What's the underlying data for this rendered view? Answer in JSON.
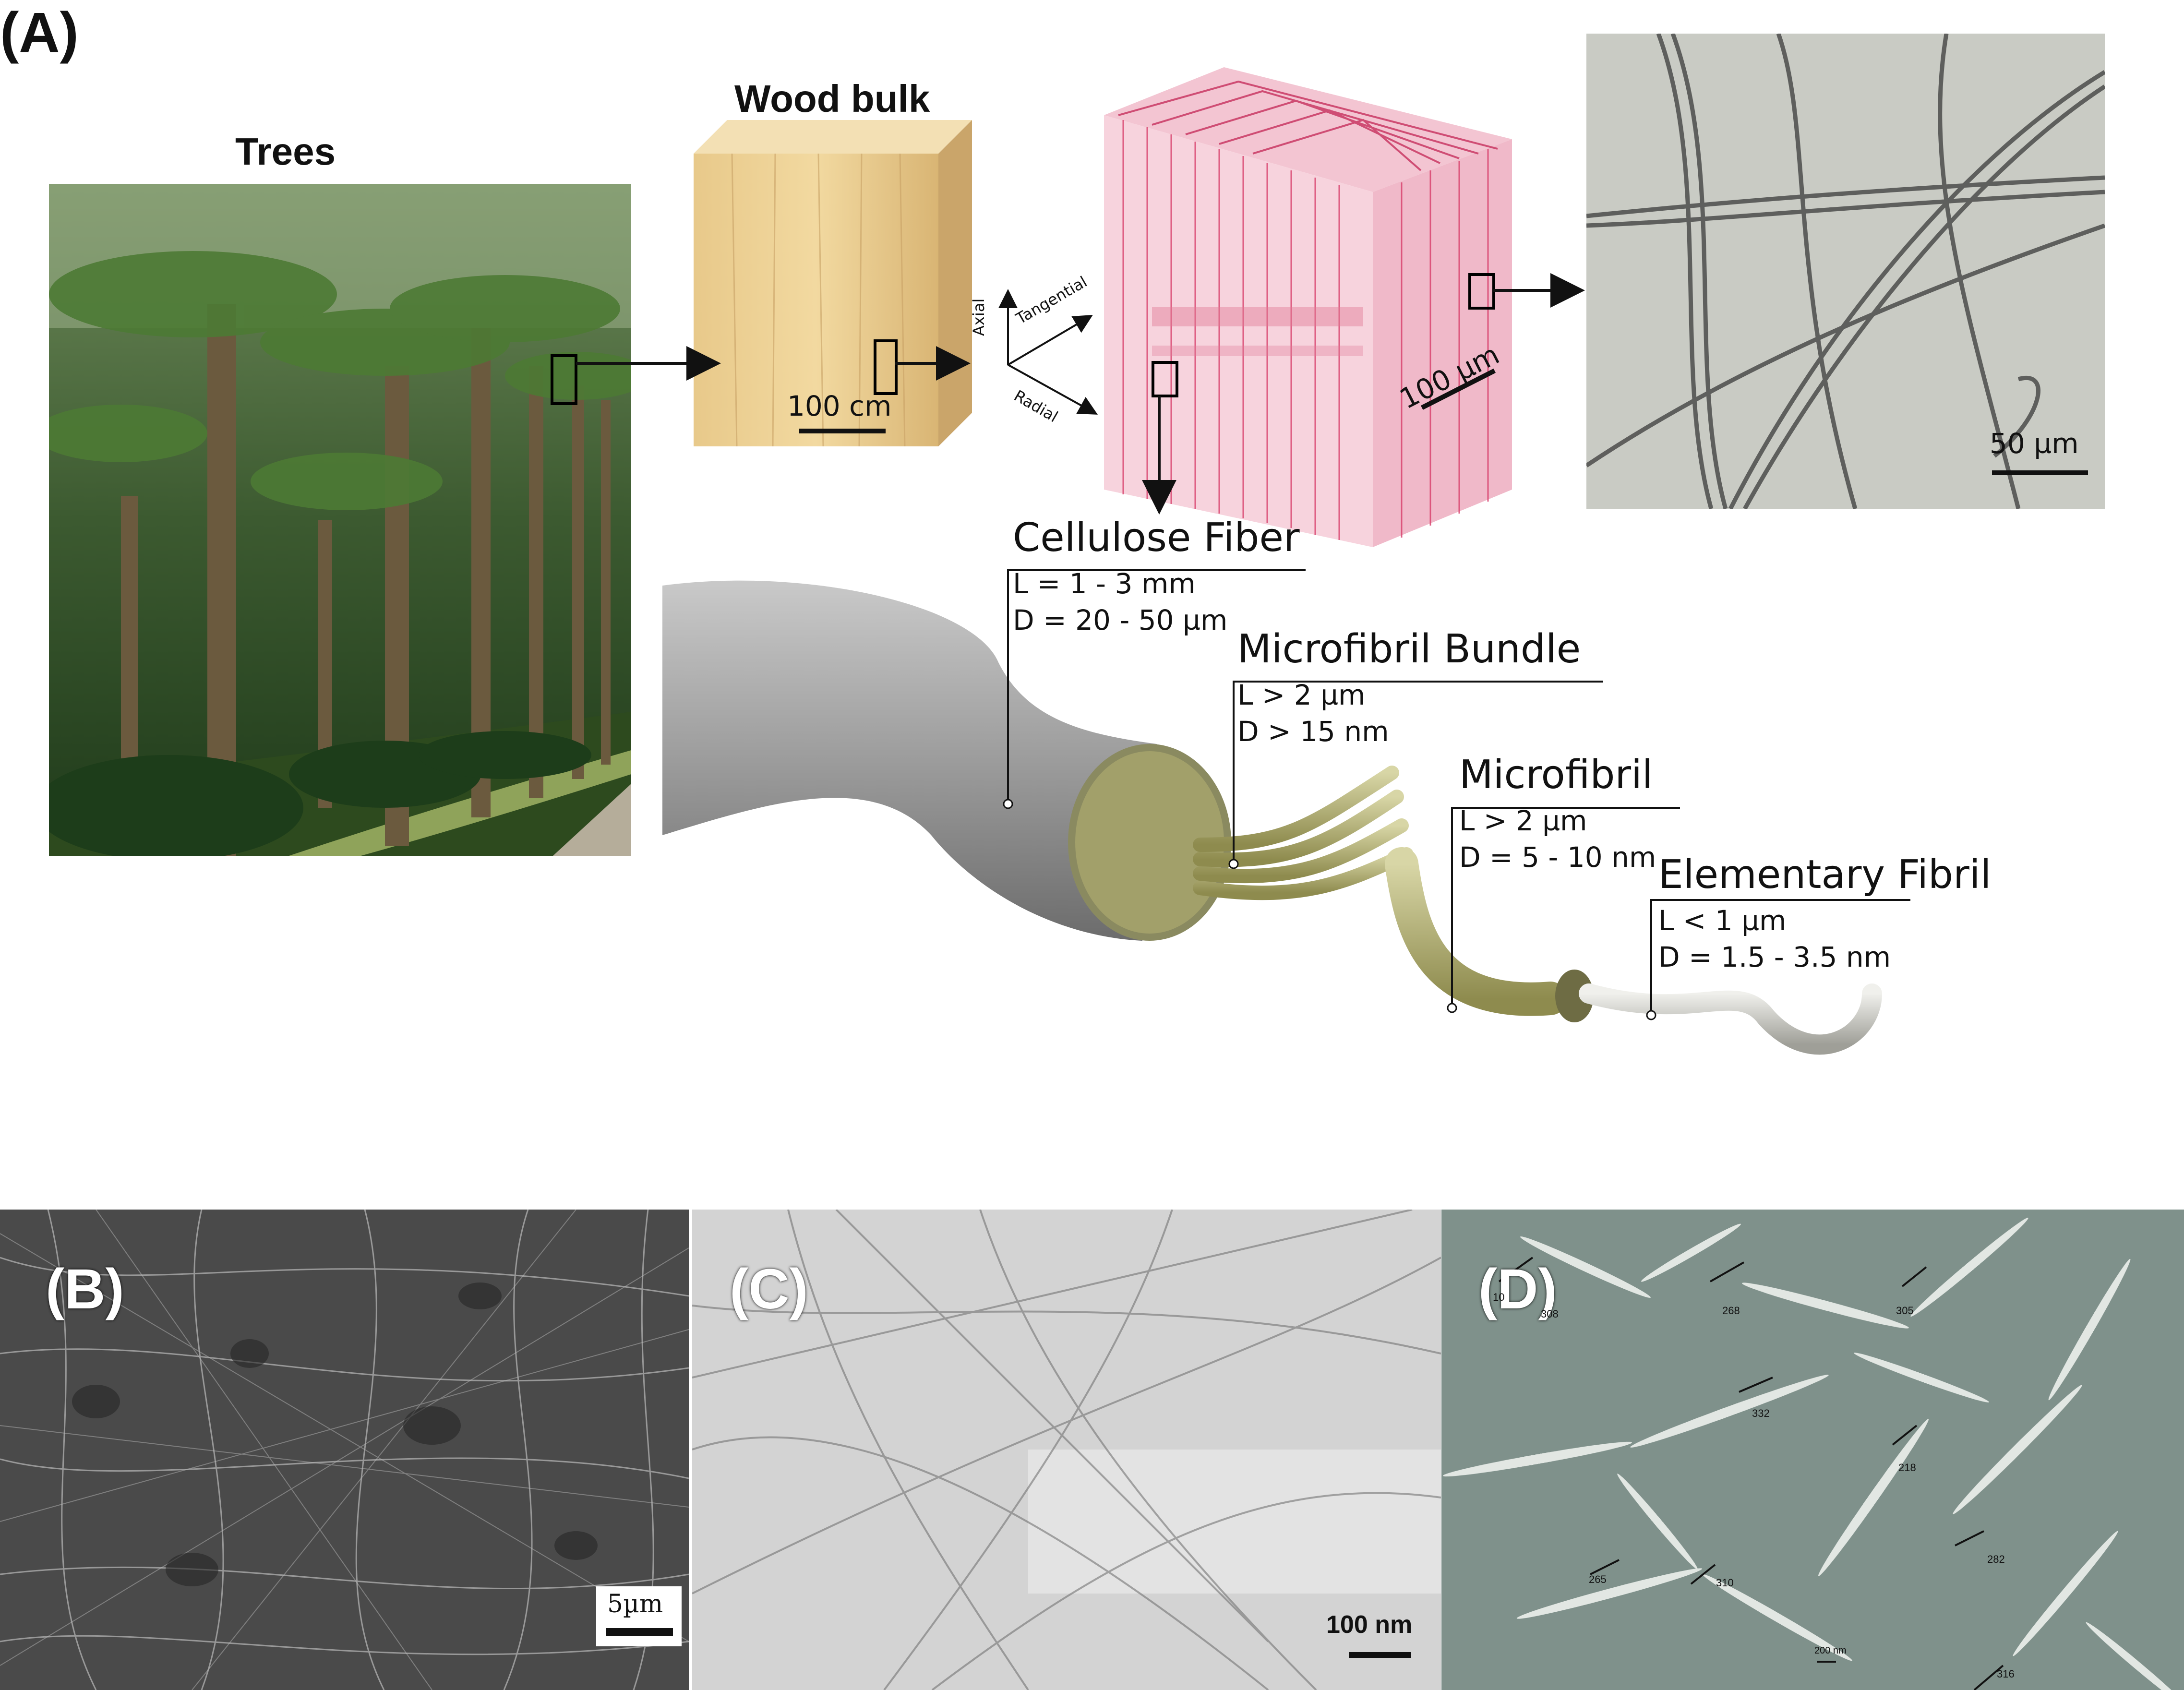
{
  "panels": {
    "a": "(A)",
    "b": "(B)",
    "c": "(C)",
    "d": "(D)"
  },
  "headings": {
    "trees": "Trees",
    "wood_bulk": "Wood bulk"
  },
  "axes": {
    "axial": "Axial",
    "tangential": "Tangential",
    "radial": "Radial"
  },
  "scales": {
    "wood": "100 cm",
    "section": "100 µm",
    "micrograph": "50 µm",
    "b": "5µm",
    "c": "100 nm",
    "d": "200 nm"
  },
  "hierarchy": [
    {
      "title": "Cellulose Fiber",
      "length": "L = 1 - 3 mm",
      "diameter": "D = 20 - 50 µm"
    },
    {
      "title": "Microfibril Bundle",
      "length": "L > 2 µm",
      "diameter": "D > 15 nm"
    },
    {
      "title": "Microfibril",
      "length": "L > 2 µm",
      "diameter": "D = 5 - 10 nm"
    },
    {
      "title": "Elementary Fibril",
      "length": "L < 1 µm",
      "diameter": "D = 1.5 - 3.5 nm"
    }
  ],
  "measurements_d": [
    "308",
    "268",
    "305",
    "332",
    "218",
    "282",
    "265",
    "310",
    "316",
    "10"
  ]
}
